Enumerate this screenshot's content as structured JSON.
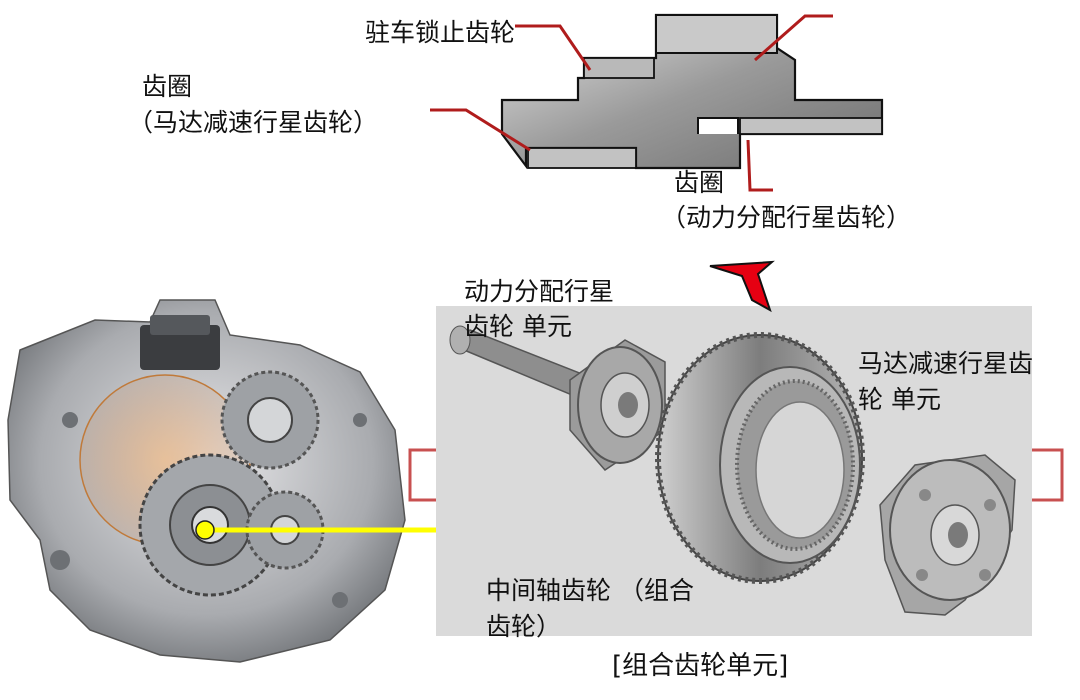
{
  "labels": {
    "parking_lock_gear": "驻车锁止齿轮",
    "ring_gear_motor_title": "齿圈",
    "ring_gear_motor_sub": "（马达减速行星齿轮）",
    "ring_gear_power_title": "齿圈",
    "ring_gear_power_sub": "（动力分配行星齿轮）",
    "power_split_unit_line1": "动力分配行星",
    "power_split_unit_line2": "齿轮  单元",
    "motor_reduction_unit_line1": "马达减速行星齿",
    "motor_reduction_unit_line2": "轮  单元",
    "countershaft_line1": "中间轴齿轮 （组合",
    "countershaft_line2": "齿轮）",
    "caption": "[组合齿轮单元]"
  },
  "colors": {
    "leader_line": "#b01c1c",
    "panel_bg": "#dadada",
    "bracket": "#c85050",
    "pointer_arrow": "#e60012",
    "highlight_dot": "#ffff00",
    "gear_metal": "#8a8a8a",
    "section_fill": "#b9b9b9"
  },
  "icons": {
    "transaxle": "transaxle-cutaway-image",
    "shaft": "power-split-shaft-image",
    "ring_gear": "ring-gear-image",
    "motor_unit": "motor-reduction-unit-image",
    "arrow": "red-up-arrow-icon"
  }
}
